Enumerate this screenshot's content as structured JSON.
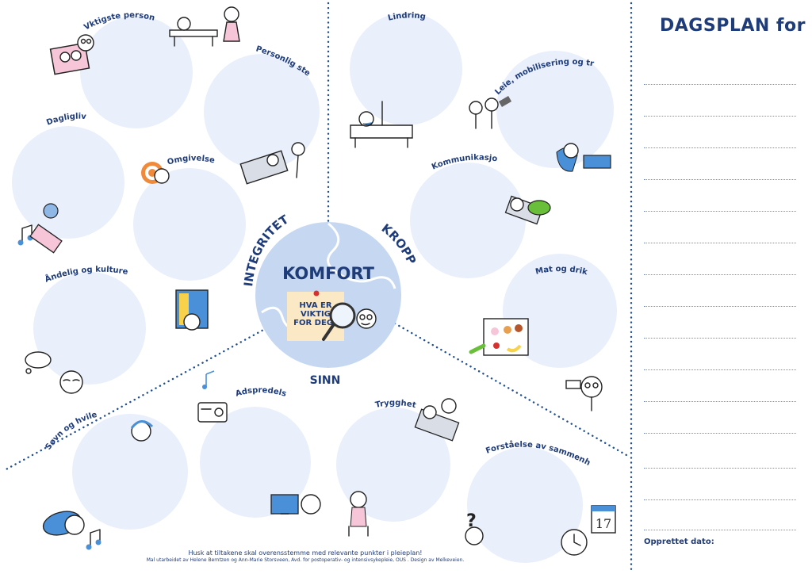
{
  "poster": {
    "center_title": "KOMFORT",
    "note_lines": [
      "HVA ER",
      "VIKTIG",
      "FOR DEG?"
    ],
    "sections": {
      "integritet": "INTEGRITET",
      "kropp": "KROPP",
      "sinn": "SINN"
    },
    "topics": {
      "vktigste_personer": "Vktigste personer",
      "personlig_stell": "Personlig stell",
      "dagligliv": "Dagligliv",
      "omgivelser": "Omgivelser",
      "andelig": "Åndelig og kulturelt",
      "lindring": "Lindring",
      "leie": "Leie, mobilisering og trening",
      "kommunikasjon": "Kommunikasjon",
      "mat": "Mat og drikke",
      "sovn": "Søvn og hvile",
      "adspredelse": "Adspredelse",
      "trygghet": "Trygghet",
      "forstaelse": "Forståelse av sammenheng"
    },
    "calendar_day": "17",
    "question_mark": "?",
    "footer_line1": "Husk at tiltakene skal overensstemme med relevante punkter i pleieplan!",
    "footer_line2": "Mal utarbeidet av Helene Berntzen og Ann-Marie Storsveen, Avd. for postoperativ- og intensivsykepleie, OUS . Design av Melkeveien."
  },
  "panel": {
    "title": "DAGSPLAN for",
    "created_label": "Opprettet dato:"
  },
  "colors": {
    "navy": "#1f3c7a",
    "circle_fill": "#e9effb",
    "center_fill": "#c6d8f1",
    "note": "#fbe8c4",
    "accent_blue": "#4a90d9"
  }
}
